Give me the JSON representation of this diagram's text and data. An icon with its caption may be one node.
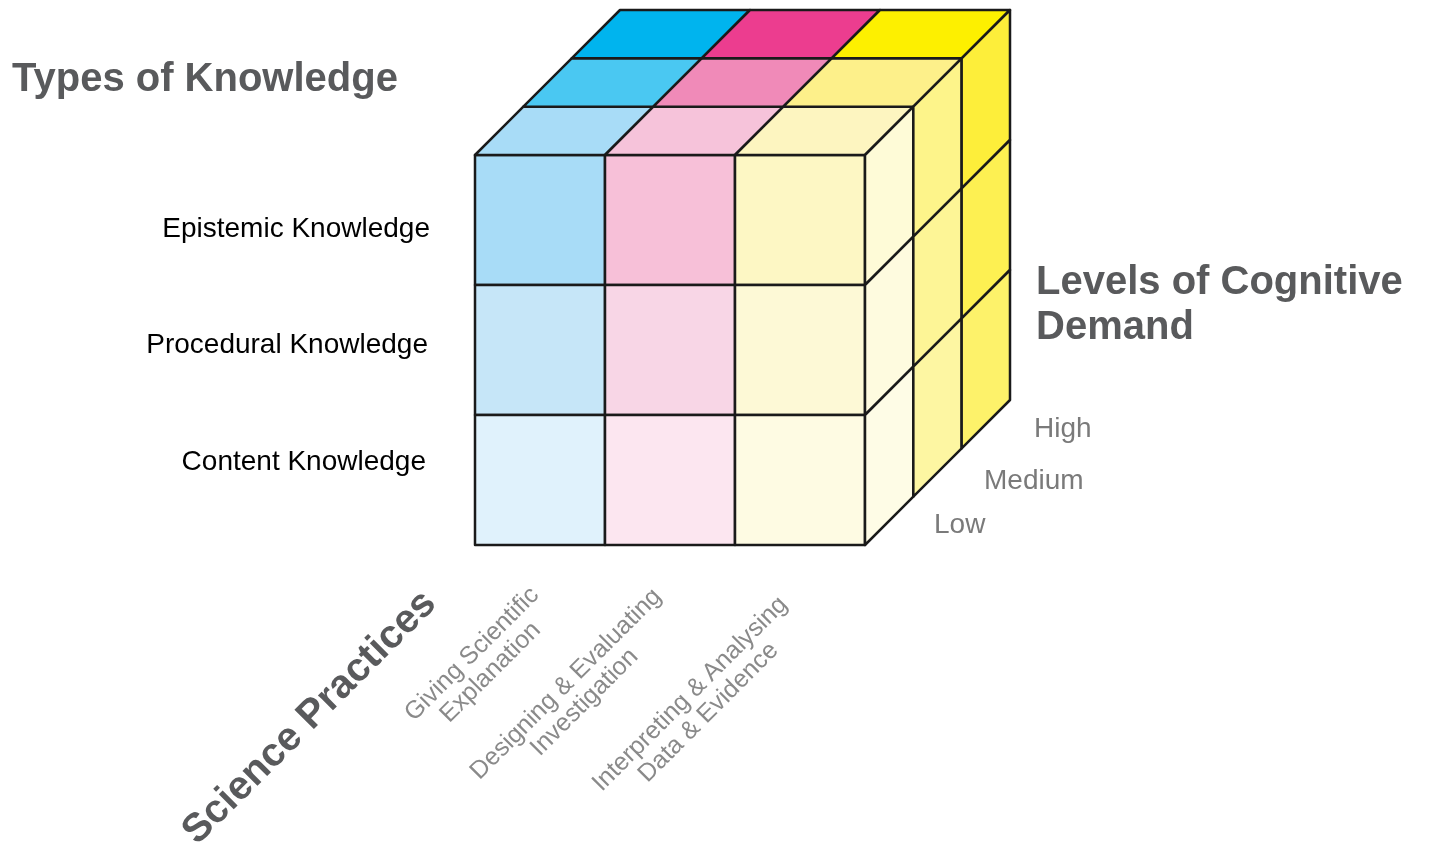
{
  "diagram": {
    "labels": [
      "Types of Knowledge",
      "Epistemic Knowledge",
      "Procedural Knowledge",
      "Content Knowledge",
      "Levels of Cognitive Demand",
      "High",
      "Medium",
      "Low",
      "Science Practices",
      "Giving Scientific Explanation",
      "Designing & Evaluating Investigation",
      "Interpreting & Analysing Data & Evidence"
    ]
  }
}
